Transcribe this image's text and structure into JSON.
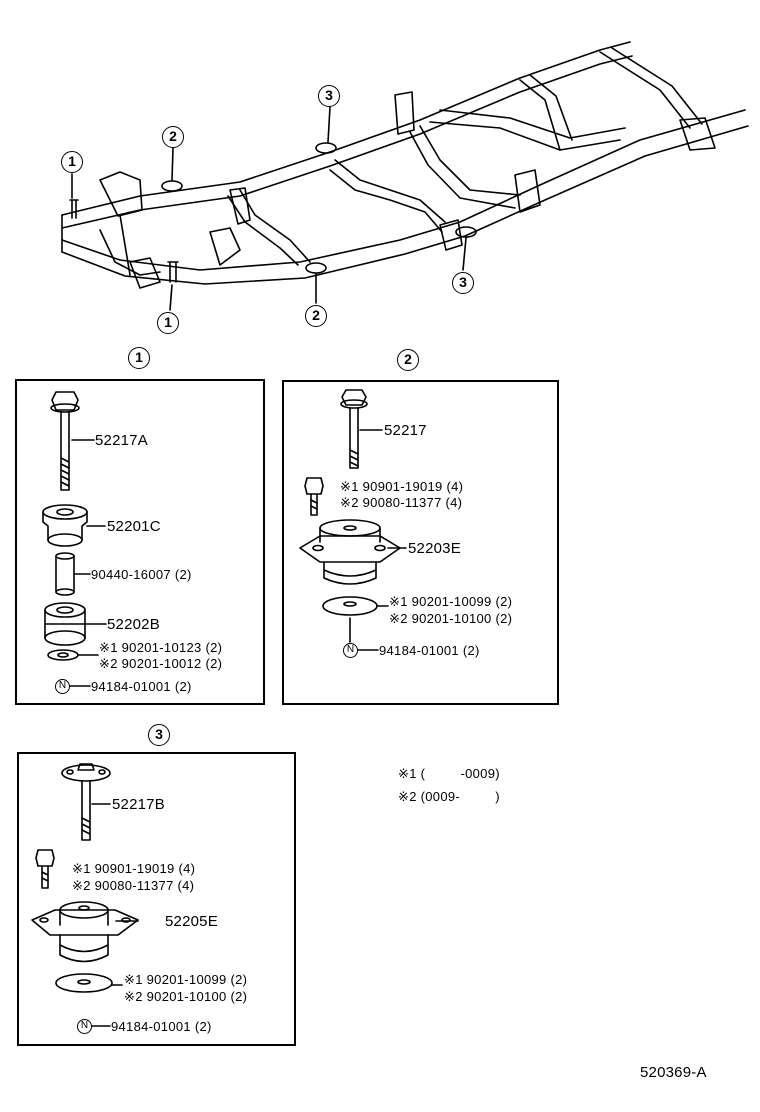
{
  "callouts": {
    "c1": "1",
    "c2": "2",
    "c3": "3"
  },
  "group1": {
    "header": "1",
    "bolt": "52217A",
    "cushion_upper": "52201C",
    "collar": "90440-16007 (2)",
    "cushion_lower": "52202B",
    "washer1": "※1 90201-10123 (2)",
    "washer2": "※2 90201-10012 (2)",
    "nut_mark": "N",
    "nut": "94184-01001 (2)"
  },
  "group2": {
    "header": "2",
    "bolt": "52217",
    "bolt_a": "※1 90901-19019 (4)",
    "bolt_b": "※2 90080-11377 (4)",
    "cushion": "52203E",
    "washer1": "※1 90201-10099 (2)",
    "washer2": "※2 90201-10100 (2)",
    "nut_mark": "N",
    "nut": "94184-01001 (2)"
  },
  "group3": {
    "header": "3",
    "bolt": "52217B",
    "bolt_a": "※1 90901-19019 (4)",
    "bolt_b": "※2 90080-11377 (4)",
    "cushion": "52205E",
    "washer1": "※1 90201-10099 (2)",
    "washer2": "※2 90201-10100 (2)",
    "nut_mark": "N",
    "nut": "94184-01001 (2)"
  },
  "legend": {
    "note1": "※1 (         -0009)",
    "note2": "※2 (0009-         )"
  },
  "diagram_id": "520369-A"
}
